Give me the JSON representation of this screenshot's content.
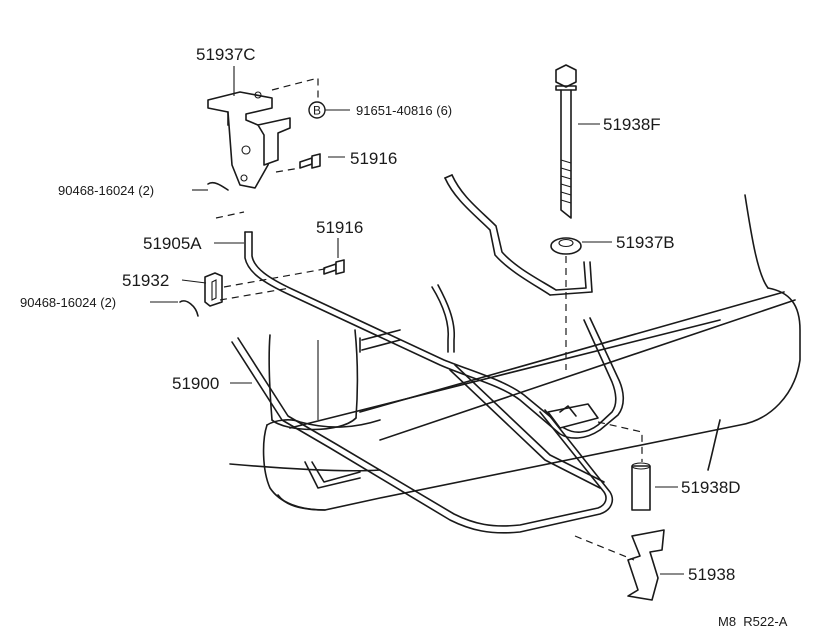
{
  "diagram": {
    "parts": [
      {
        "id": "51937C"
      },
      {
        "id": "91651-40816 (6)"
      },
      {
        "id": "51916"
      },
      {
        "id": "90468-16024 (2)"
      },
      {
        "id": "51938F"
      },
      {
        "id": "51916"
      },
      {
        "id": "51905A"
      },
      {
        "id": "51937B"
      },
      {
        "id": "51932"
      },
      {
        "id": "90468-16024 (2)"
      },
      {
        "id": "51900"
      },
      {
        "id": "51938D"
      },
      {
        "id": "51938"
      }
    ],
    "bolt_marker": "B",
    "footer_code": "M8  R522-A"
  },
  "colors": {
    "ink": "#1a1a1a",
    "paper": "#ffffff"
  }
}
